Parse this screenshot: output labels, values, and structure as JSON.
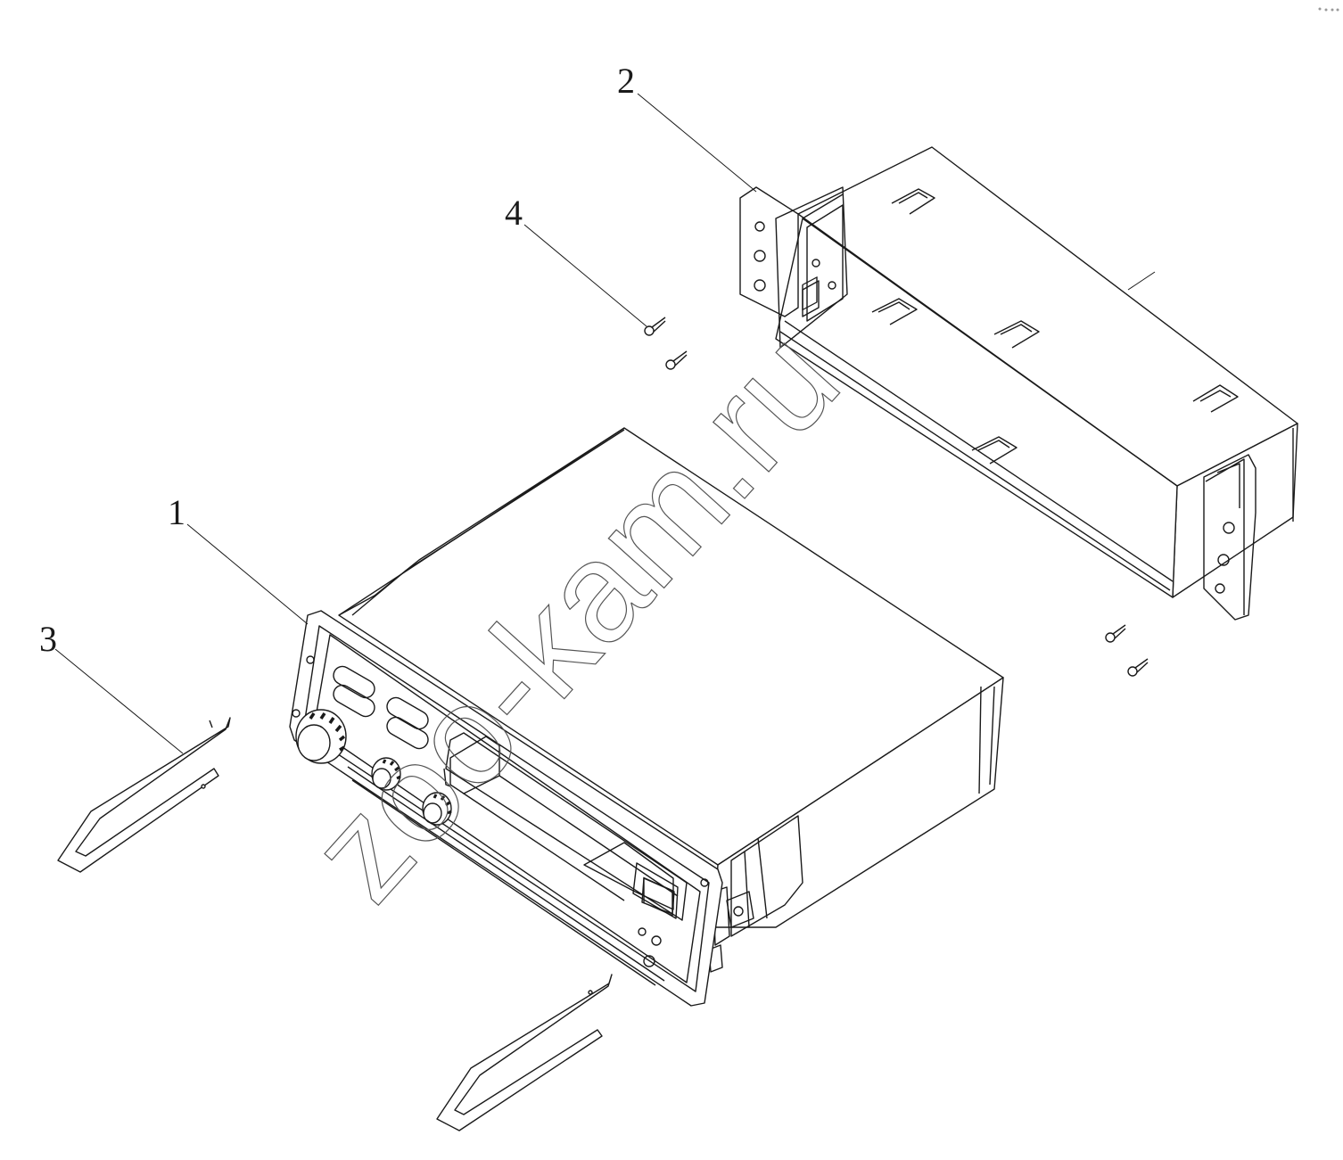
{
  "diagram": {
    "callouts": [
      {
        "id": "1",
        "label": "1"
      },
      {
        "id": "2",
        "label": "2"
      },
      {
        "id": "3",
        "label": "3"
      },
      {
        "id": "4",
        "label": "4"
      }
    ],
    "watermark": "zoo-kam.ru",
    "colors": {
      "line": "#1a1a1a",
      "background": "#ffffff",
      "watermark": "#555555"
    }
  }
}
